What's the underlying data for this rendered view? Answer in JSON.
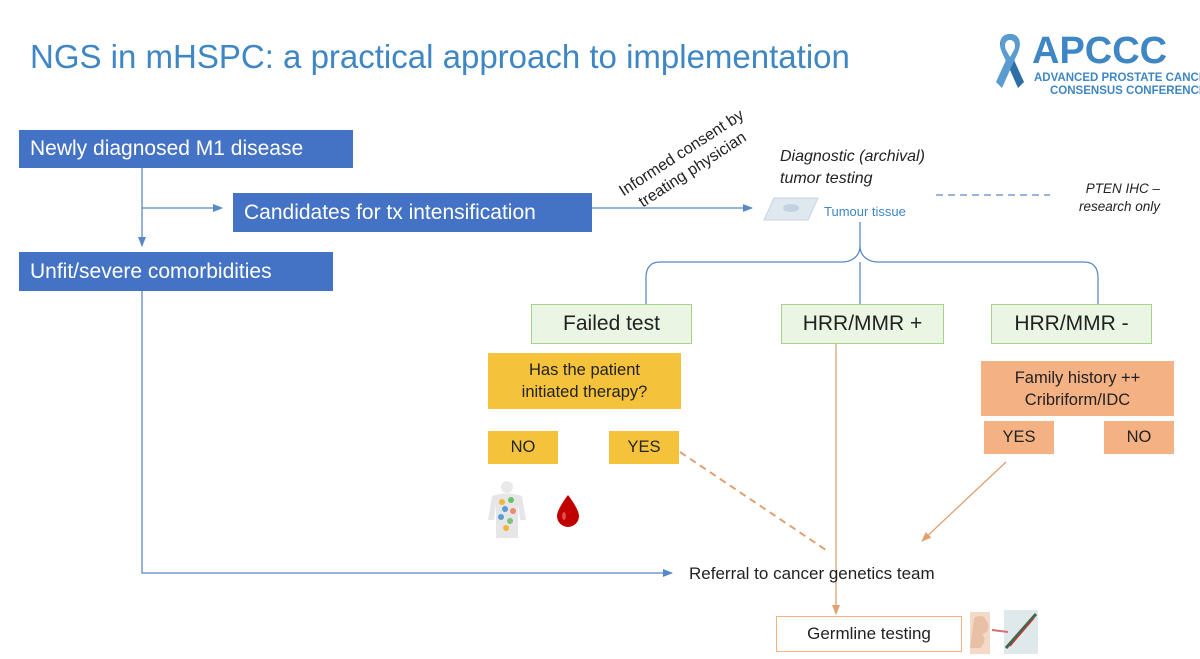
{
  "slide": {
    "title": "NGS in mHSPC: a practical approach to implementation"
  },
  "logo": {
    "name": "APCCC",
    "subtitle_line1": "ADVANCED PROSTATE CANCER",
    "subtitle_line2": "CONSENSUS CONFERENCE",
    "icon": "awareness-ribbon-icon",
    "color": "#3f86c4"
  },
  "nodes": {
    "newly_diagnosed": "Newly diagnosed M1 disease",
    "candidates": "Candidates for tx intensification",
    "unfit": "Unfit/severe comorbidities",
    "consent_line1": "Informed consent by",
    "consent_line2": "treating physician",
    "diagnostic_line1": "Diagnostic (archival)",
    "diagnostic_line2": "tumor testing",
    "tumour_tissue": "Tumour tissue",
    "pten_line1": "PTEN IHC –",
    "pten_line2": "research only",
    "failed_test": "Failed test",
    "hrr_pos": "HRR/MMR +",
    "hrr_neg": "HRR/MMR -",
    "question_line1": "Has the patient",
    "question_line2": "initiated therapy?",
    "no_left": "NO",
    "yes_left": "YES",
    "family_line1": "Family history ++",
    "family_line2": "Cribriform/IDC",
    "yes_right": "YES",
    "no_right": "NO",
    "referral": "Referral to cancer genetics team",
    "germline": "Germline testing"
  },
  "icons": {
    "tissue": "tissue-slide-icon",
    "body": "human-body-icon",
    "blood": "blood-drop-icon",
    "saliva": "saliva-swab-icon"
  },
  "colors": {
    "title": "#3f86c4",
    "blue_box": "#4472c4",
    "green_fill": "#eaf5e3",
    "green_border": "#a9d18e",
    "yellow_box": "#f5c33b",
    "orange_box": "#f4b183",
    "blood": "#c00000",
    "connector_blue": "#5a88c6",
    "connector_orange": "#e0a070"
  }
}
